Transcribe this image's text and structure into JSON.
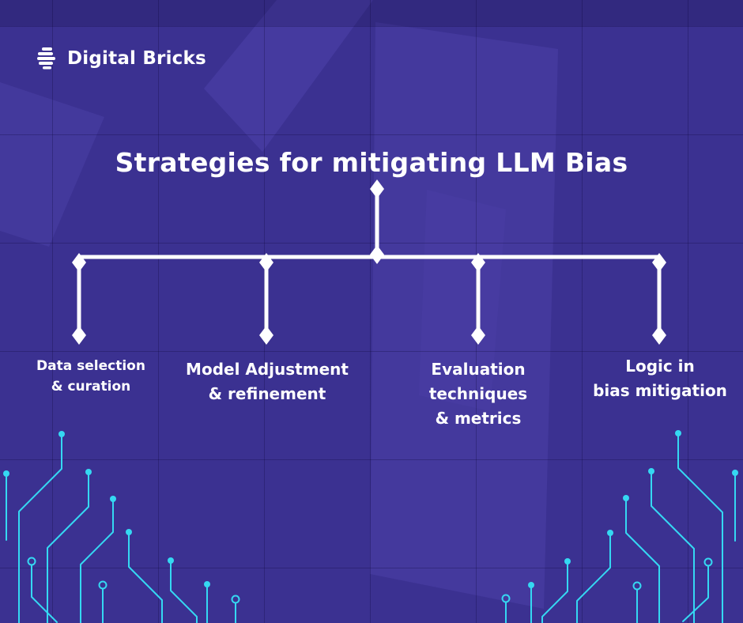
{
  "brand": {
    "name": "Digital Bricks",
    "logo_icon": "digital-bricks-logo"
  },
  "diagram": {
    "title": "Strategies for mitigating LLM Bias",
    "branches": [
      {
        "id": "data-selection-curation",
        "label": "Data selection\n& curation"
      },
      {
        "id": "model-adjustment-refinement",
        "label": "Model Adjustment\n& refinement"
      },
      {
        "id": "evaluation-techniques-metrics",
        "label": "Evaluation\ntechniques\n& metrics"
      },
      {
        "id": "logic-in-bias-mitigation",
        "label": "Logic in\nbias mitigation"
      }
    ]
  },
  "theme": {
    "background": "#3b3191",
    "grid_line": "#241c66",
    "connector": "#ffffff",
    "circuit_accent": "#35d8f2",
    "shape_tint": "#6e61d8",
    "text": "#ffffff"
  }
}
